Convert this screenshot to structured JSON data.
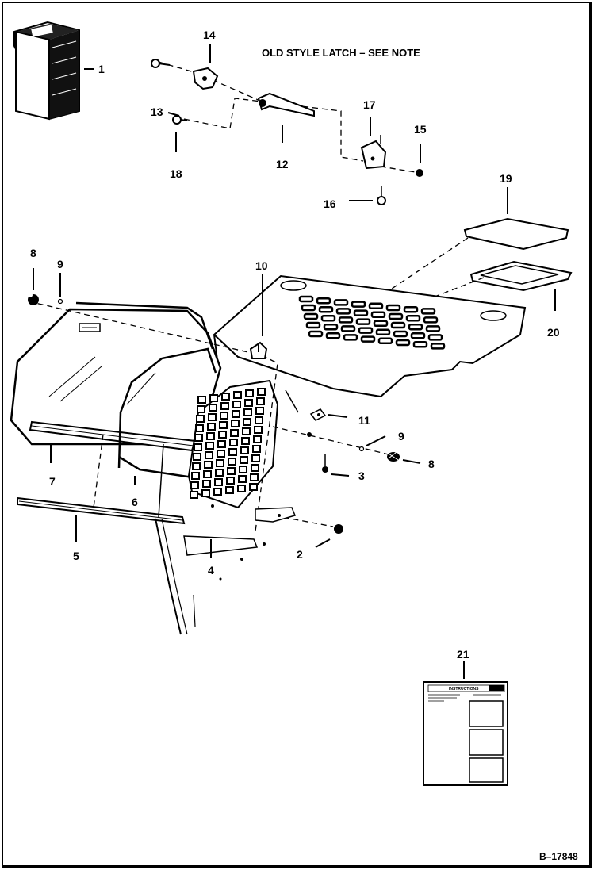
{
  "note": "OLD STYLE LATCH – SEE NOTE",
  "figure_ref": "B–17848",
  "callouts": [
    "1",
    "2",
    "3",
    "4",
    "5",
    "6",
    "7",
    "8",
    "8",
    "9",
    "9",
    "10",
    "11",
    "12",
    "13",
    "14",
    "15",
    "16",
    "17",
    "18",
    "19",
    "20",
    "21"
  ],
  "decal_text": {
    "title": "INSTRUCTIONS"
  }
}
